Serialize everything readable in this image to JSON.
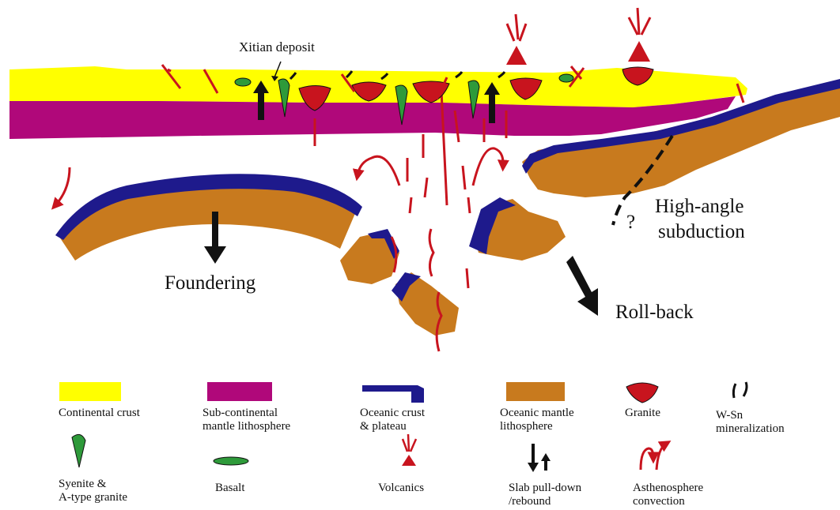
{
  "labels": {
    "xitian": "Xitian deposit",
    "question": "?",
    "high_angle_line1": "High-angle",
    "high_angle_line2": "subduction",
    "foundering": "Foundering",
    "rollback": "Roll-back"
  },
  "legend": {
    "continental_crust": "Continental crust",
    "subcontinental": "Sub-continental\nmantle lithosphere",
    "oceanic_crust": "Oceanic crust\n& plateau",
    "oceanic_mantle": "Oceanic mantle\nlithosphere",
    "granite": "Granite",
    "wsn": "W-Sn\nmineralization",
    "syenite": "Syenite &\nA-type granite",
    "basalt": "Basalt",
    "volcanics": "Volcanics",
    "slab": "Slab pull-down\n/rebound",
    "asthenosphere": "Asthenosphere\nconvection"
  },
  "colors": {
    "continental_crust": "#ffff00",
    "subcontinental_mantle": "#b0087a",
    "oceanic_crust": "#1e1a8c",
    "oceanic_mantle": "#c87a1e",
    "granite": "#c8141e",
    "syenite": "#2e9a3a",
    "arrows_red": "#c8141e"
  }
}
